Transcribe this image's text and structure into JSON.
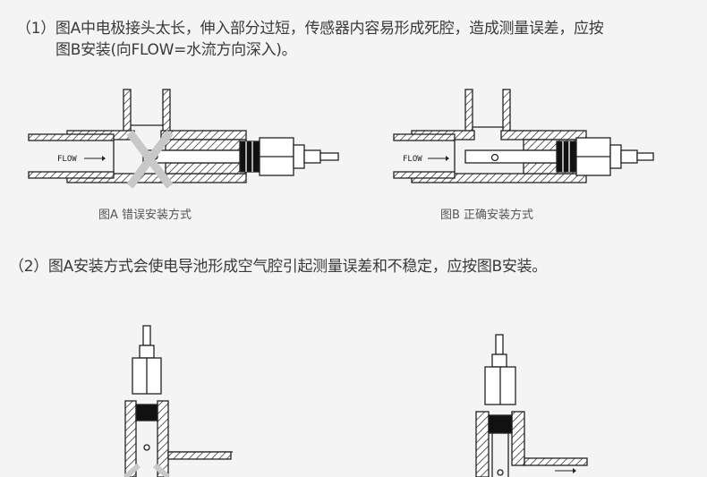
{
  "section1": {
    "line1": "（1）图A中电极接头太长，伸入部分过短，传感器内容易形成死腔，造成测量误差，应按",
    "line2": "图B安装(向FLOW=水流方向深入)。",
    "figure_a": {
      "flow_label": "FLOW",
      "caption": "图A 错误安装方式",
      "mark": "X"
    },
    "figure_b": {
      "flow_label": "FLOW",
      "caption": "图B 正确安装方式"
    }
  },
  "section2": {
    "text": "（2）图A安装方式会使电导池形成空气腔引起测量误差和不稳定，应按图B安装。"
  },
  "colors": {
    "background": "#f4f4f4",
    "text": "#3a3a3a",
    "line": "#222222",
    "x_mark": "#c8c8c8"
  }
}
